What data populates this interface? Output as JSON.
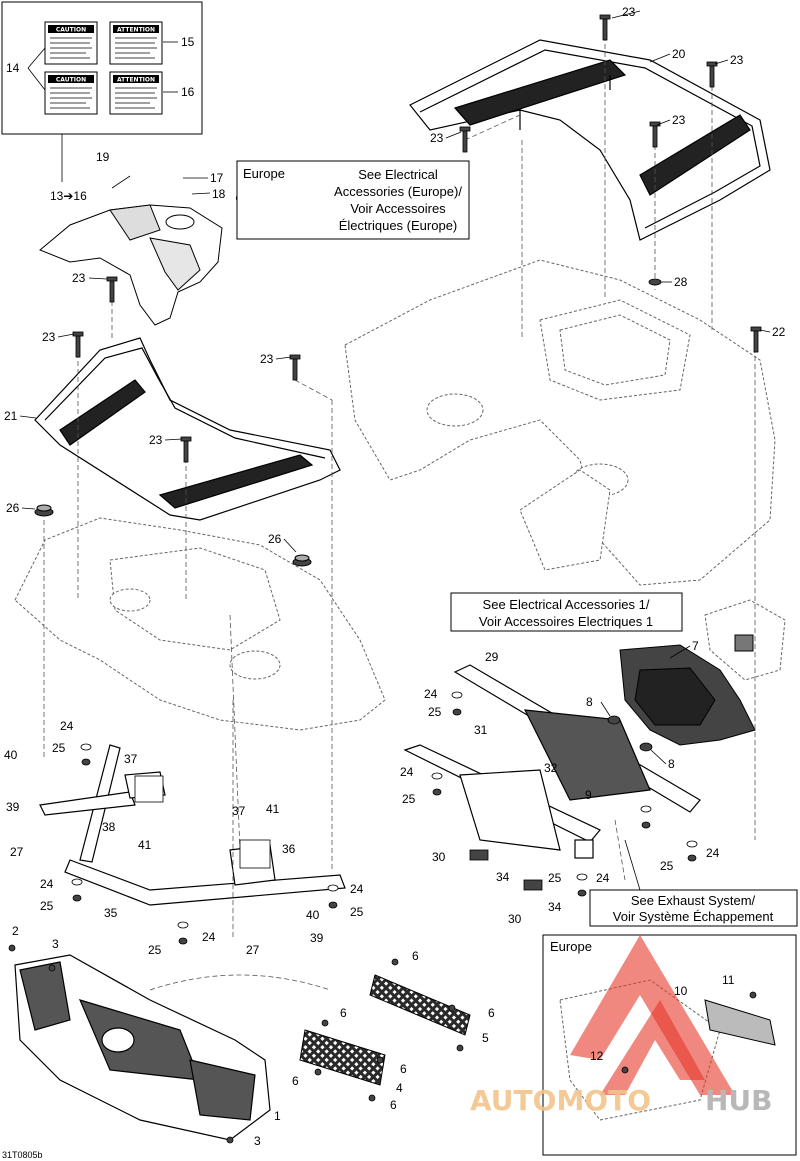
{
  "diagram": {
    "figure_code": "31T0805b",
    "notes": {
      "europe_label_top": "Europe",
      "electrical_europe": [
        "See Electrical",
        "Accessories (Europe)/",
        "Voir Accessoires",
        "Électriques (Europe)"
      ],
      "electrical_1": [
        "See Electrical Accessories 1/",
        "Voir Accessoires Electriques 1"
      ],
      "exhaust": [
        "See Exhaust System/",
        "Voir Système Échappement"
      ],
      "europe_label_inset": "Europe"
    },
    "decals": {
      "caution_1": "CAUTION",
      "attention_1": "ATTENTION",
      "caution_2": "CAUTION",
      "attention_2": "ATTENTION"
    },
    "callouts": {
      "c14": "14",
      "c15": "15",
      "c16": "16",
      "c13_16": "13➔16",
      "c19": "19",
      "c17": "17",
      "c18": "18",
      "c23_a": "23",
      "c23_b": "23",
      "c23_c": "23",
      "c23_d": "23",
      "c23_e": "23",
      "c23_f": "23",
      "c23_g": "23",
      "c23_h": "23",
      "c20": "20",
      "c21": "21",
      "c22": "22",
      "c28": "28",
      "c26_a": "26",
      "c26_b": "26",
      "c7": "7",
      "c29": "29",
      "c8_a": "8",
      "c8_b": "8",
      "c24_a": "24",
      "c25_a": "25",
      "c31": "31",
      "c24_b": "24",
      "c25_b": "25",
      "c32": "32",
      "c9": "9",
      "c24_c": "24",
      "c25_c": "25",
      "c30_a": "30",
      "c34_a": "34",
      "c25_d": "25",
      "c24_d": "24",
      "c30_b": "30",
      "c34_b": "34",
      "c24_e": "24",
      "c25_e": "25",
      "c40_a": "40",
      "c39_a": "39",
      "c37_a": "37",
      "c38": "38",
      "c41_a": "41",
      "c27_a": "27",
      "c37_b": "37",
      "c41_b": "41",
      "c36": "36",
      "c24_f": "24",
      "c25_f": "25",
      "c35": "35",
      "c24_g": "24",
      "c25_g": "25",
      "c24_h": "24",
      "c25_h": "25",
      "c27_b": "27",
      "c40_b": "40",
      "c39_b": "39",
      "c2": "2",
      "c3_a": "3",
      "c6_a": "6",
      "c6_b": "6",
      "c6_c": "6",
      "c6_d": "6",
      "c6_e": "6",
      "c6_f": "6",
      "c5": "5",
      "c4": "4",
      "c1": "1",
      "c3_b": "3",
      "c11": "11",
      "c10": "10",
      "c12": "12"
    },
    "watermark": {
      "auto": "AUTOMOTO",
      "hub": "HUB"
    },
    "colors": {
      "line": "#000000",
      "dashed": "#555555",
      "watermark_red": "#e6392b",
      "watermark_orange": "#f2c48a",
      "watermark_gray": "#b8b8b8"
    }
  }
}
